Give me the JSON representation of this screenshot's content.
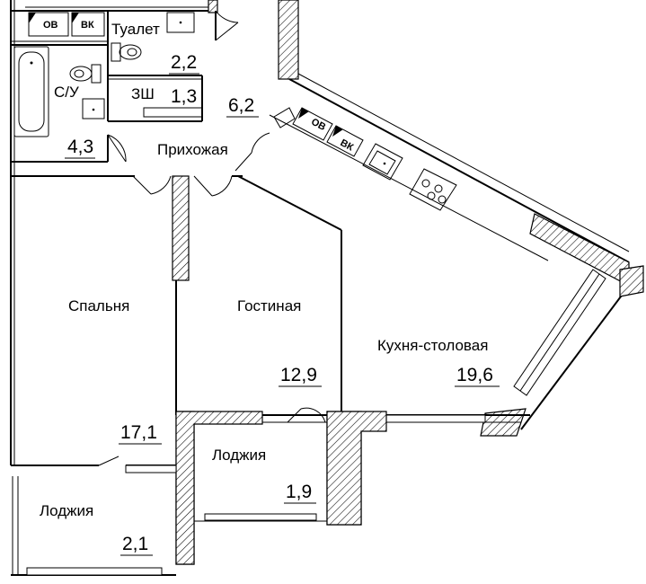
{
  "rooms": {
    "toilet": {
      "label": "Туалет",
      "area": "2,2"
    },
    "bathroom": {
      "label": "С/У",
      "area": "4,3"
    },
    "wardrobe": {
      "label": "ЗШ",
      "area": "1,3"
    },
    "hallway": {
      "label": "Прихожая",
      "area": "6,2"
    },
    "bedroom": {
      "label": "Спальня",
      "area": "17,1"
    },
    "living": {
      "label": "Гостиная",
      "area": "12,9"
    },
    "kitchen": {
      "label": "Кухня-столовая",
      "area": "19,6"
    },
    "loggia_center": {
      "label": "Лоджия",
      "area": "1,9"
    },
    "loggia_left": {
      "label": "Лоджия",
      "area": "2,1"
    }
  },
  "shafts": {
    "ov_top": "ОВ",
    "vk_top": "ВК",
    "ov_kitchen": "ОВ",
    "vk_kitchen": "ВК"
  }
}
